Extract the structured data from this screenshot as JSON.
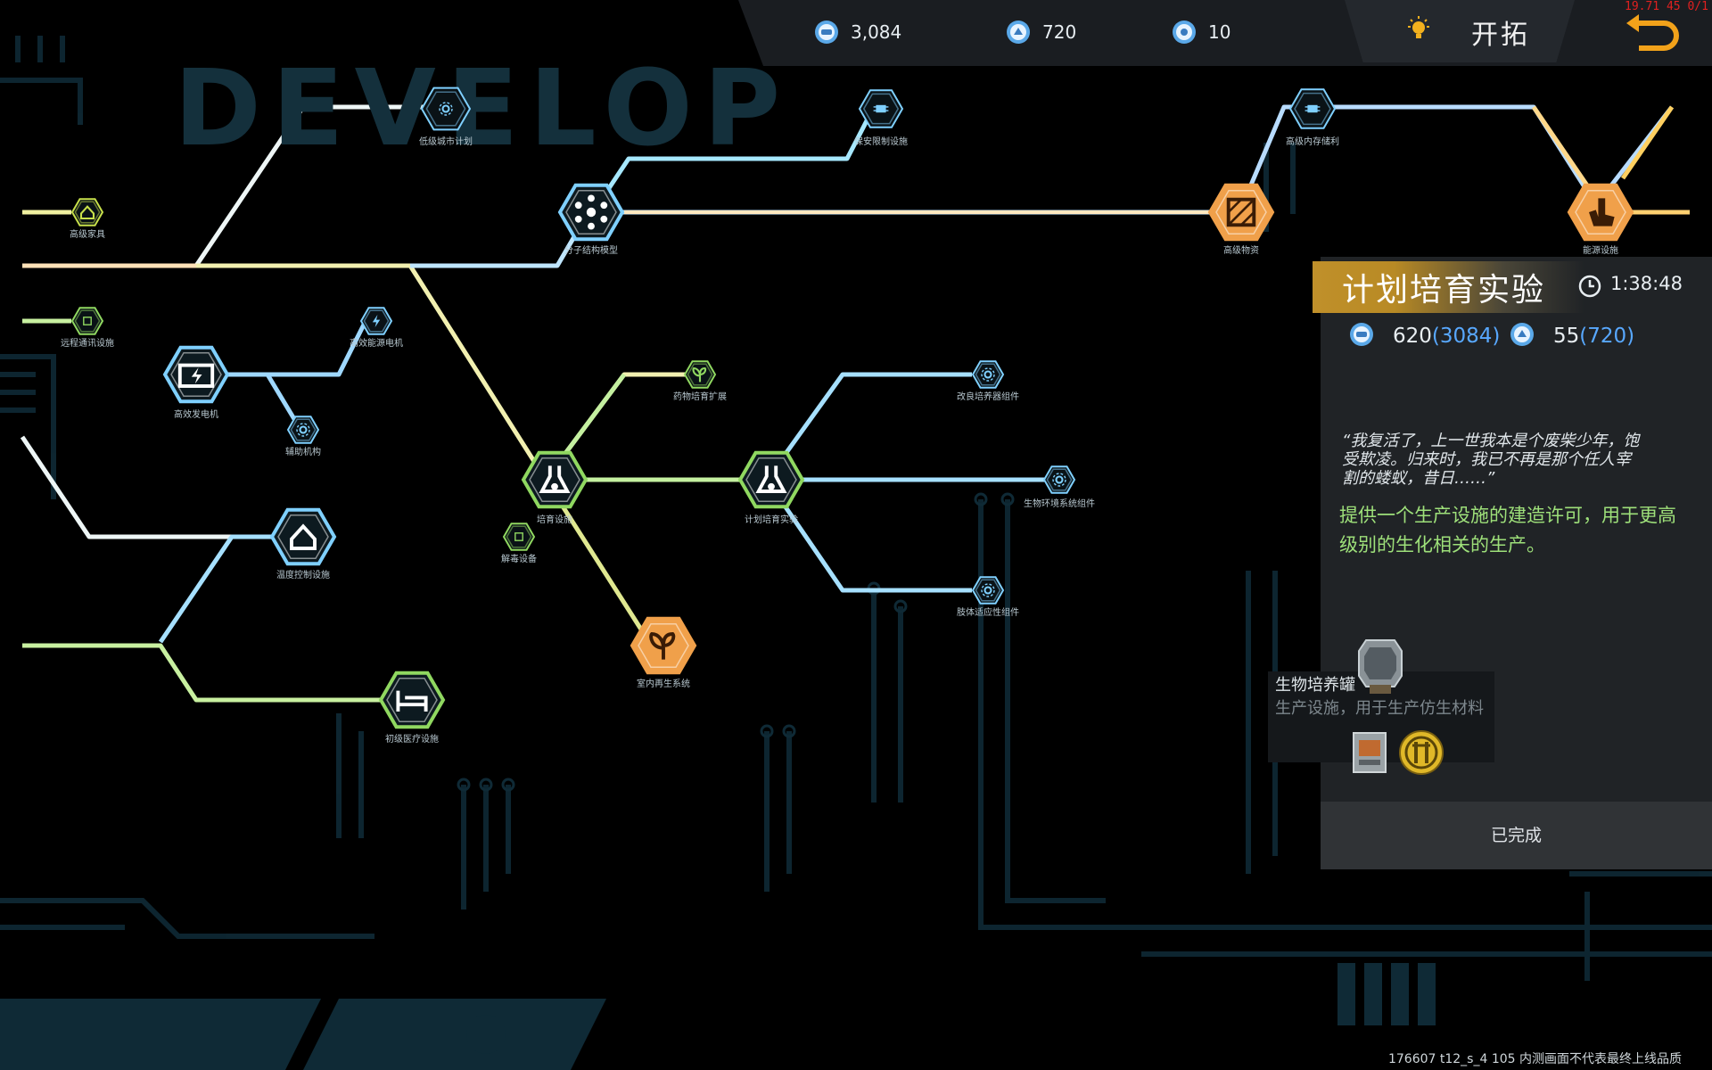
{
  "banner": {
    "text": "DEVELOP"
  },
  "topbar": {
    "resources": [
      {
        "icon": "mod-coin-icon",
        "value": "3,084"
      },
      {
        "icon": "research-point-icon",
        "value": "720"
      },
      {
        "icon": "token-icon",
        "value": "10"
      }
    ],
    "tab_label": "开拓",
    "debug_text": "19.71 45 0/1"
  },
  "tree": {
    "nodes": [
      {
        "id": "n1",
        "label": "低级城市计划"
      },
      {
        "id": "n2",
        "label": "保安限制设施"
      },
      {
        "id": "n3",
        "label": "高级家具"
      },
      {
        "id": "n4",
        "label": "分子结构模型"
      },
      {
        "id": "n5",
        "label": "高级物资"
      },
      {
        "id": "n6",
        "label": "高级内存储利"
      },
      {
        "id": "n7",
        "label": "能源设施"
      },
      {
        "id": "n8",
        "label": "远程通讯设施"
      },
      {
        "id": "n9",
        "label": "高效能源电机"
      },
      {
        "id": "n10",
        "label": "高效发电机"
      },
      {
        "id": "n11",
        "label": "辅助机构"
      },
      {
        "id": "n12",
        "label": "药物培育扩展"
      },
      {
        "id": "n13",
        "label": "改良培养器组件"
      },
      {
        "id": "n14",
        "label": "培育设施"
      },
      {
        "id": "n15",
        "label": "计划培育实验"
      },
      {
        "id": "n16",
        "label": "生物环境系统组件"
      },
      {
        "id": "n17",
        "label": "解毒设备"
      },
      {
        "id": "n18",
        "label": "温度控制设施"
      },
      {
        "id": "n19",
        "label": "肢体适应性组件"
      },
      {
        "id": "n20",
        "label": "室内再生系统"
      },
      {
        "id": "n21",
        "label": "初级医疗设施"
      }
    ]
  },
  "panel": {
    "title": "计划培育实验",
    "timer": "1:38:48",
    "costs": [
      {
        "icon": "mod-coin-icon",
        "need": "620",
        "have": "(3084)"
      },
      {
        "icon": "research-point-icon",
        "need": "55",
        "have": "(720)"
      }
    ],
    "quote": "“我复活了，上一世我本是个废柴少年，饱受欺凌。归来时，我已不再是那个任人宰割的蝼蚁，昔日……”",
    "description": "提供一个生产设施的建造许可，用于更高级别的生化相关的生产。",
    "unlock": {
      "name": "生物培养罐",
      "desc": "生产设施，用于生产仿生材料"
    },
    "status_button": "已完成"
  },
  "footer": {
    "text": "176607 t12_s_4 105 内测画面不代表最终上线品质"
  }
}
